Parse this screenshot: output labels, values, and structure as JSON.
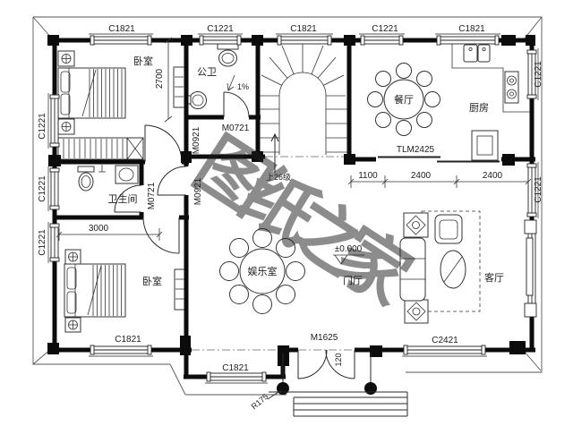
{
  "watermark": {
    "text": "图纸之家",
    "color": "#c7504e"
  },
  "rooms": {
    "bedroom_top_left": "卧室",
    "public_bath": "公卫",
    "bathroom": "卫生间",
    "bedroom_bottom_left": "卧室",
    "dining": "餐厅",
    "kitchen": "厨房",
    "entertainment": "娱乐室",
    "foyer": "门厅",
    "living": "客厅"
  },
  "window_labels": {
    "c1821": "C1821",
    "c1221": "C1221",
    "c2421": "C2421"
  },
  "door_labels": {
    "m0721": "M0721",
    "m0921": "M0921",
    "m1625": "M1625",
    "tlm2425": "TLM2425"
  },
  "dimensions": {
    "d2700": "2700",
    "d3000": "3000",
    "d1100": "1100",
    "d2400": "2400",
    "d120": "120"
  },
  "annotations": {
    "slope": "1%",
    "level": "±0.000",
    "stair_up": "上26级",
    "column_radius": "R175"
  }
}
